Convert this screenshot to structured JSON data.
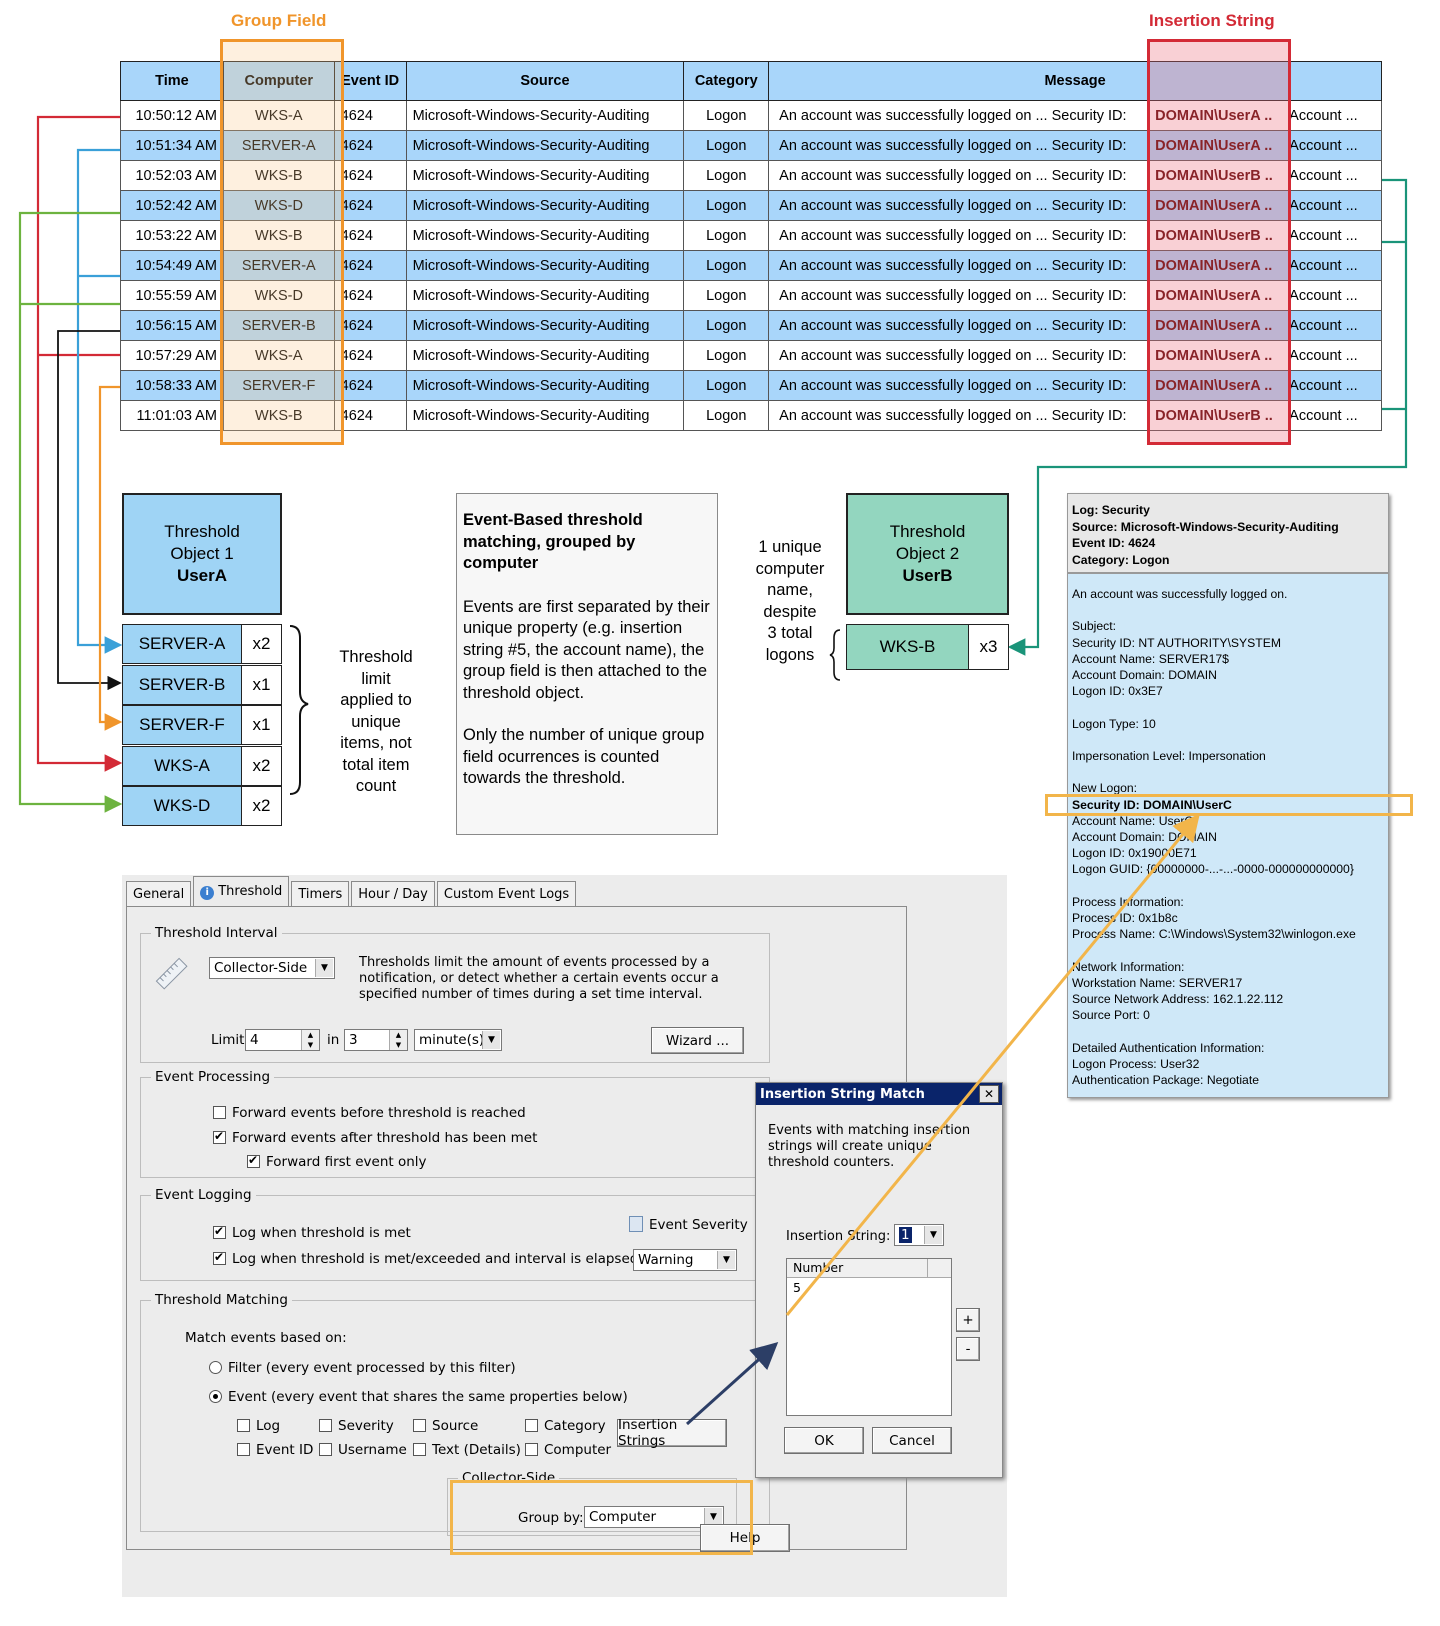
{
  "labels": {
    "group_field": "Group Field",
    "insertion_string": "Insertion String"
  },
  "table": {
    "headers": [
      "Time",
      "Computer",
      "Event ID",
      "Source",
      "Category",
      "Message"
    ],
    "rows": [
      {
        "time": "10:50:12 AM",
        "computer": "WKS-A",
        "event_id": "4624",
        "source": "Microsoft-Windows-Security-Auditing",
        "category": "Logon",
        "msg_pre": "An account was successfully logged on ... Security ID:",
        "msg_ins": "DOMAIN\\UserA ..",
        "msg_post": "Account ..."
      },
      {
        "time": "10:51:34 AM",
        "computer": "SERVER-A",
        "event_id": "4624",
        "source": "Microsoft-Windows-Security-Auditing",
        "category": "Logon",
        "msg_pre": "An account was successfully logged on ... Security ID:",
        "msg_ins": "DOMAIN\\UserA ..",
        "msg_post": "Account ..."
      },
      {
        "time": "10:52:03 AM",
        "computer": "WKS-B",
        "event_id": "4624",
        "source": "Microsoft-Windows-Security-Auditing",
        "category": "Logon",
        "msg_pre": "An account was successfully logged on ... Security ID:",
        "msg_ins": "DOMAIN\\UserB ..",
        "msg_post": "Account ..."
      },
      {
        "time": "10:52:42 AM",
        "computer": "WKS-D",
        "event_id": "4624",
        "source": "Microsoft-Windows-Security-Auditing",
        "category": "Logon",
        "msg_pre": "An account was successfully logged on ... Security ID:",
        "msg_ins": "DOMAIN\\UserA ..",
        "msg_post": "Account ..."
      },
      {
        "time": "10:53:22 AM",
        "computer": "WKS-B",
        "event_id": "4624",
        "source": "Microsoft-Windows-Security-Auditing",
        "category": "Logon",
        "msg_pre": "An account was successfully logged on ... Security ID:",
        "msg_ins": "DOMAIN\\UserB ..",
        "msg_post": "Account ..."
      },
      {
        "time": "10:54:49 AM",
        "computer": "SERVER-A",
        "event_id": "4624",
        "source": "Microsoft-Windows-Security-Auditing",
        "category": "Logon",
        "msg_pre": "An account was successfully logged on ... Security ID:",
        "msg_ins": "DOMAIN\\UserA ..",
        "msg_post": "Account ..."
      },
      {
        "time": "10:55:59 AM",
        "computer": "WKS-D",
        "event_id": "4624",
        "source": "Microsoft-Windows-Security-Auditing",
        "category": "Logon",
        "msg_pre": "An account was successfully logged on ... Security ID:",
        "msg_ins": "DOMAIN\\UserA ..",
        "msg_post": "Account ..."
      },
      {
        "time": "10:56:15 AM",
        "computer": "SERVER-B",
        "event_id": "4624",
        "source": "Microsoft-Windows-Security-Auditing",
        "category": "Logon",
        "msg_pre": "An account was successfully logged on ... Security ID:",
        "msg_ins": "DOMAIN\\UserA ..",
        "msg_post": "Account ..."
      },
      {
        "time": "10:57:29 AM",
        "computer": "WKS-A",
        "event_id": "4624",
        "source": "Microsoft-Windows-Security-Auditing",
        "category": "Logon",
        "msg_pre": "An account was successfully logged on ... Security ID:",
        "msg_ins": "DOMAIN\\UserA ..",
        "msg_post": "Account ..."
      },
      {
        "time": "10:58:33 AM",
        "computer": "SERVER-F",
        "event_id": "4624",
        "source": "Microsoft-Windows-Security-Auditing",
        "category": "Logon",
        "msg_pre": "An account was successfully logged on ... Security ID:",
        "msg_ins": "DOMAIN\\UserA ..",
        "msg_post": "Account ..."
      },
      {
        "time": "11:01:03 AM",
        "computer": "WKS-B",
        "event_id": "4624",
        "source": "Microsoft-Windows-Security-Auditing",
        "category": "Logon",
        "msg_pre": "An account was successfully logged on ... Security ID:",
        "msg_ins": "DOMAIN\\UserB ..",
        "msg_post": "Account ..."
      }
    ]
  },
  "threshold1": {
    "line1": "Threshold",
    "line2": "Object 1",
    "user": "UserA",
    "items": [
      {
        "name": "SERVER-A",
        "count": "x2"
      },
      {
        "name": "SERVER-B",
        "count": "x1"
      },
      {
        "name": "SERVER-F",
        "count": "x1"
      },
      {
        "name": "WKS-A",
        "count": "x2"
      },
      {
        "name": "WKS-D",
        "count": "x2"
      }
    ],
    "note": [
      "Threshold",
      "limit",
      "applied to",
      "unique",
      "items, not",
      "total item",
      "count"
    ]
  },
  "threshold2": {
    "line1": "Threshold",
    "line2": "Object 2",
    "user": "UserB",
    "item": {
      "name": "WKS-B",
      "count": "x3"
    },
    "note": [
      "1 unique",
      "computer",
      "name,",
      "despite",
      "3 total",
      "logons"
    ]
  },
  "explain": {
    "title": "Event-Based threshold matching, grouped by computer",
    "p1": "Events are first separated by their unique property (e.g. insertion string #5, the account name), the group field is then attached to the threshold object.",
    "p2": "Only the number of unique group field ocurrences is counted towards the threshold."
  },
  "log": {
    "head": [
      "Log: Security",
      "Source: Microsoft-Windows-Security-Auditing",
      "Event ID: 4624",
      "Category: Logon"
    ],
    "body_top": "An account was successfully logged on.\n\nSubject:\nSecurity ID: NT AUTHORITY\\SYSTEM\nAccount Name: SERVER17$\nAccount Domain: DOMAIN\nLogon ID: 0x3E7\n\nLogon Type: 10\n\nImpersonation Level: Impersonation\n\nNew Logon:",
    "highlight": "Security ID: DOMAIN\\UserC",
    "body_bottom": "Account Name: UserC\nAccount Domain: DOMAIN\nLogon ID: 0x19000E71\nLogon GUID: {00000000-...-...-0000-000000000000}\n\nProcess Information:\nProcess ID: 0x1b8c\nProcess Name: C:\\Windows\\System32\\winlogon.exe\n\nNetwork Information:\nWorkstation Name: SERVER17\nSource Network Address: 162.1.22.112\nSource Port: 0\n\nDetailed Authentication Information:\nLogon Process: User32\nAuthentication Package: Negotiate"
  },
  "dialog": {
    "tabs": [
      "General",
      "Threshold",
      "Timers",
      "Hour / Day",
      "Custom Event Logs"
    ],
    "interval": {
      "legend": "Threshold Interval",
      "mode": "Collector-Side",
      "desc": "Thresholds limit the amount of events processed by a notification, or detect whether a certain events occur a specified number of times during a set time interval.",
      "limit_label": "Limit",
      "limit": "4",
      "in_label": "in",
      "period": "3",
      "unit": "minute(s)",
      "wizard": "Wizard ..."
    },
    "processing": {
      "legend": "Event Processing",
      "before": "Forward events before threshold is reached",
      "after": "Forward events after threshold has been met",
      "first": "Forward first event only"
    },
    "logging": {
      "legend": "Event Logging",
      "met": "Log when threshold is met",
      "elapsed": "Log when threshold is met/exceeded and interval is elapsed",
      "severity_label": "Event Severity",
      "severity": "Warning"
    },
    "matching": {
      "legend": "Threshold Matching",
      "match_label": "Match events based on:",
      "filter": "Filter (every event processed by this filter)",
      "event": "Event (every event that shares the same properties below)",
      "props": [
        "Log",
        "Severity",
        "Source",
        "Category",
        "Event ID",
        "Username",
        "Text (Details)",
        "Computer"
      ],
      "insertion_button": "Insertion Strings",
      "collector_legend": "Collector-Side",
      "group_label": "Group by:",
      "group_value": "Computer"
    },
    "help": "Help"
  },
  "subdialog": {
    "title": "Insertion String Match",
    "close": "✕",
    "desc": "Events with matching insertion strings will create unique threshold counters.",
    "ins_label": "Insertion String:",
    "ins_value": "1",
    "col_header": "Number",
    "list_value": "5",
    "plus": "+",
    "minus": "-",
    "ok": "OK",
    "cancel": "Cancel"
  },
  "colors": {
    "orange": "#f0952b",
    "red": "#d32a36",
    "blue": "#3aa0d8",
    "green": "#6db33f",
    "teal": "#1a9479",
    "black": "#111111",
    "gold": "#f2b54a",
    "navy": "#2c3e66"
  }
}
